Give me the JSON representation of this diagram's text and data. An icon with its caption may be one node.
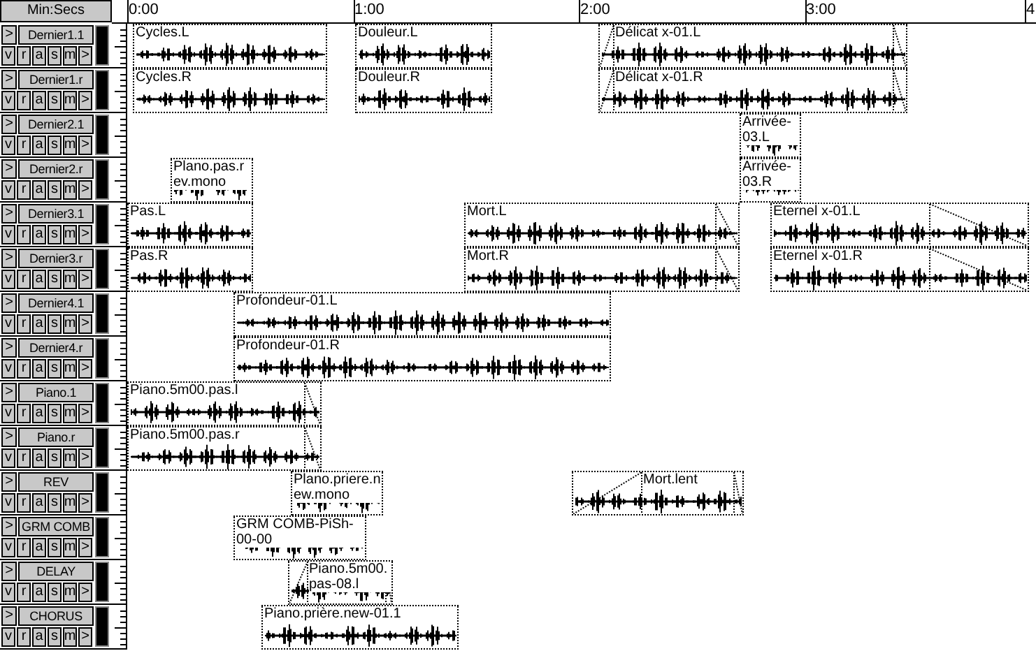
{
  "diagram": {
    "nodes": [
      {
        "text": [
          "Cycles.L"
        ]
      },
      {
        "text": [
          "Douleur.L"
        ]
      },
      {
        "text": [
          "Délicat x-01.L"
        ]
      },
      {
        "text": [
          "Cycles.R"
        ]
      },
      {
        "text": [
          "Douleur.R"
        ]
      },
      {
        "text": [
          "Délicat x-01.R"
        ]
      },
      {
        "text": [
          "Arrivée-03.L"
        ]
      },
      {
        "text": [
          "Plano.pas.rev.mono"
        ]
      },
      {
        "text": [
          "Arrivée-03.R"
        ]
      },
      {
        "text": [
          "Pas.L"
        ]
      },
      {
        "text": [
          "Mort.L"
        ]
      },
      {
        "text": [
          "Eternel x-01.L"
        ]
      },
      {
        "text": [
          "Pas.R"
        ]
      },
      {
        "text": [
          "Mort.R"
        ]
      },
      {
        "text": [
          "Eternel x-01.R"
        ]
      },
      {
        "text": [
          "Profondeur-01.L"
        ]
      },
      {
        "text": [
          "Profondeur-01.R"
        ]
      },
      {
        "text": [
          "Piano.5m00.pas.l"
        ]
      },
      {
        "text": [
          "Piano.5m00.pas.r"
        ]
      },
      {
        "text": [
          "Plano.priere.new.mono"
        ]
      },
      {
        "text": [
          "Mort.lent"
        ]
      },
      {
        "text": [
          "GRM COMB-PiSh-00-00"
        ]
      },
      {
        "text": [
          "Piano.5m00.pas-08.l"
        ]
      },
      {
        "text": [
          "Piano.prière.new-01.1"
        ]
      }
    ],
    "labels": [
      "Min:Secs",
      "0:00",
      "1:00",
      "2:00",
      "3:00",
      "4",
      ">",
      "Dernier1.1",
      "v",
      "r",
      "a",
      "s",
      "m",
      ">",
      ">",
      "Dernier1.r",
      "v",
      "r",
      "a",
      "s",
      "m",
      ">",
      ">",
      "Dernier2.1",
      "v",
      "r",
      "a",
      "s",
      "m",
      ">",
      ">",
      "Dernier2.r",
      "v",
      "r",
      "a",
      "s",
      "m",
      ">",
      ">",
      "Dernier3.1",
      "v",
      "r",
      "a",
      "s",
      "m",
      ">",
      ">",
      "Dernier3.r",
      "v",
      "r",
      "a",
      "s",
      "m",
      ">",
      ">",
      "Dernier4.1",
      "v",
      "r",
      "a",
      "s",
      "m",
      ">",
      ">",
      "Dernier4.r",
      "v",
      "r",
      "a",
      "s",
      "m",
      ">",
      ">",
      "Piano.1",
      "v",
      "r",
      "a",
      "s",
      "m",
      ">",
      ">",
      "Piano.r",
      "v",
      "r",
      "a",
      "s",
      "m",
      ">",
      ">",
      "REV",
      "v",
      "r",
      "a",
      "s",
      "m",
      ">",
      ">",
      "GRM COMB",
      "v",
      "r",
      "a",
      "s",
      "m",
      ">",
      ">",
      "DELAY",
      "v",
      "r",
      "a",
      "s",
      "m",
      ">",
      ">",
      "CHORUS",
      "v",
      "r",
      "a",
      "s",
      "m",
      ">"
    ]
  }
}
